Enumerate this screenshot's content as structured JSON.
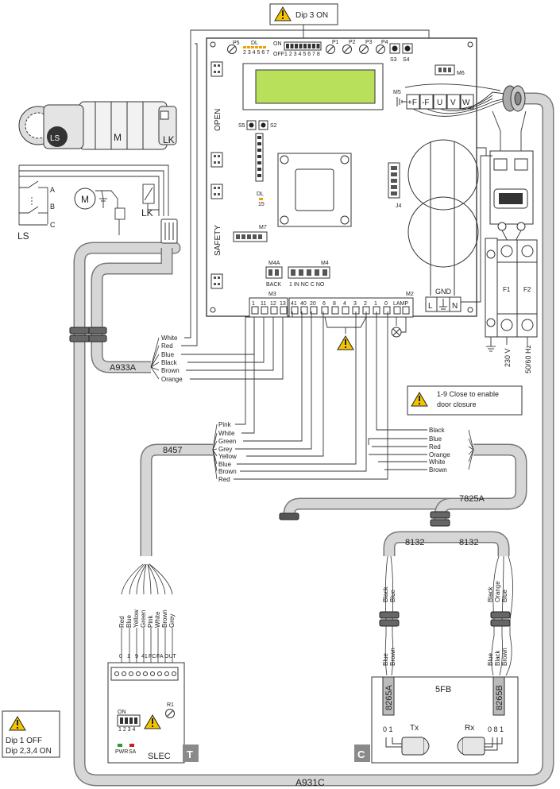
{
  "dip3_note": "Dip 3 ON",
  "dip_note": {
    "line1": "Dip 1 OFF",
    "line2": "Dip 2,3,4 ON"
  },
  "door_note": {
    "line1": "1-9 Close to enable",
    "line2": "door closure"
  },
  "board": {
    "open": "OPEN",
    "safety": "SAFETY",
    "p5": "P5",
    "p1": "P1",
    "p2": "P2",
    "p3": "P3",
    "p4": "P4",
    "dl": "DL",
    "dl_nums": "2 3 4 5 6 7",
    "on": "ON",
    "off": "OFF",
    "dip_nums": "1 2 3 4 5 6 7 8",
    "s3": "S3",
    "s4": "S4",
    "s5": "S5",
    "s2": "S2",
    "m6": "M6",
    "m5": "M5",
    "m7": "M7",
    "dl15_a": "DL",
    "dl15_b": "15",
    "j4": "J4",
    "m4a": "M4A",
    "back": "BACK",
    "m4": "M4",
    "m4_terms": "1  IN NC  C  NO",
    "m3": "M3",
    "m2": "M2",
    "m3_terms": [
      "1",
      "11",
      "12",
      "13"
    ],
    "m2_terms": [
      "41",
      "40",
      "20",
      "6",
      "8",
      "4",
      "3",
      "2",
      "1",
      "0",
      "LAMP"
    ],
    "m5_terms": [
      "+F",
      "-F",
      "U",
      "V",
      "W"
    ]
  },
  "motor": {
    "m": "M",
    "lk": "LK",
    "ls": "LS"
  },
  "switch": {
    "a": "A",
    "b": "B",
    "c": "C",
    "ls": "LS",
    "m": "M",
    "lk": "LK"
  },
  "power": {
    "gnd": "GND",
    "l": "L",
    "n": "N",
    "f1": "F1",
    "f2": "F2",
    "v230": "230 V",
    "hz": "50/60 Hz"
  },
  "cable_a933a": {
    "label": "A933A",
    "wires": [
      "White",
      "Red",
      "Blue",
      "Black",
      "Brown",
      "Orange"
    ]
  },
  "cable_8457": {
    "label": "8457",
    "wires": [
      "Pink",
      "White",
      "Green",
      "Grey",
      "Yellow",
      "Blue",
      "Brown",
      "Red"
    ]
  },
  "cable_7825a": {
    "label": "7825A",
    "wires": [
      "Black",
      "Blue",
      "Red",
      "Orange",
      "White",
      "Brown"
    ]
  },
  "cable_8132": {
    "left": "8132",
    "right": "8132"
  },
  "fb_left_top": [
    "Black",
    "Blue"
  ],
  "fb_right_top": [
    "Black",
    "Orange",
    "Blue"
  ],
  "fb_left_bottom": [
    "Blue",
    "Brown"
  ],
  "fb_right_bottom": [
    "Blue",
    "Black",
    "Brown"
  ],
  "slec": {
    "wires": [
      "Red",
      "Blue",
      "Yellow",
      "Green",
      "Pink",
      "White",
      "Brown",
      "Grey"
    ],
    "terms": [
      "0",
      "1",
      "9",
      "41",
      "FC",
      "FA",
      "OUT"
    ],
    "name": "SLEC",
    "badge": "T",
    "r1": "R1",
    "on": "ON",
    "dips": "1 2 3 4",
    "pwr": "PWR",
    "sa": "SA"
  },
  "fb": {
    "name": "5FB",
    "badge": "C",
    "left_unit": "8265A",
    "right_unit": "8265B",
    "tx": "Tx",
    "rx": "Rx",
    "left_terms": "0 1",
    "right_terms": "0 8 1"
  },
  "a931c": "A931C"
}
